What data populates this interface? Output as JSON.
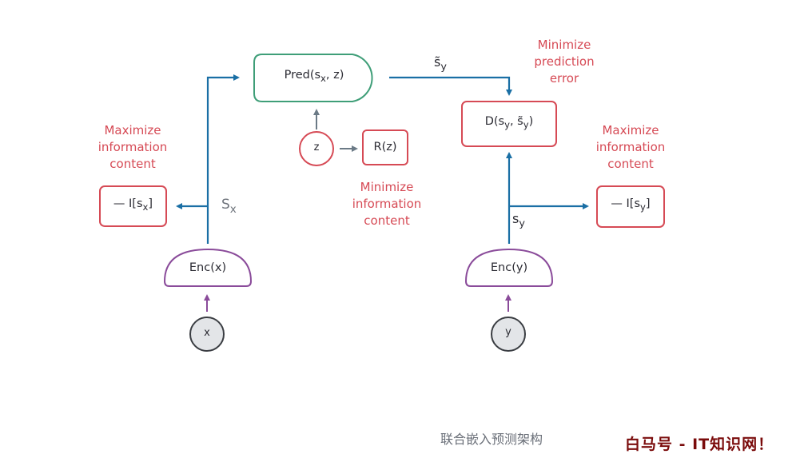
{
  "diagram": {
    "title_caption": "联合嵌入预测架构",
    "watermark": "白马号 - IT知识网！",
    "colors": {
      "arrow_blue": "#1a6fa5",
      "objective_red": "#d64a55",
      "predictor_green": "#3f9e78",
      "encoder_purple": "#8a4b9a",
      "input_gray": "#e3e5e8",
      "gray_arrow": "#6b7a86"
    },
    "nodes": {
      "pred": {
        "main": "Pred(s",
        "sub": "x",
        "rest": ", z)"
      },
      "distance": {
        "main": "D(s",
        "sub": "y",
        "mid": ", s̃",
        "sub2": "y",
        "rest": ")"
      },
      "enc_x": "Enc(x)",
      "enc_y": "Enc(y)",
      "input_x": "x",
      "input_y": "y",
      "latent_z": "z",
      "reg_z": "R(z)",
      "info_x": {
        "main": "— I[s",
        "sub": "x",
        "rest": "]"
      },
      "info_y": {
        "main": "— I[s",
        "sub": "y",
        "rest": "]"
      }
    },
    "edge_labels": {
      "sx": {
        "main": "S",
        "sub": "x"
      },
      "sy": {
        "main": "s",
        "sub": "y"
      },
      "sy_tilde": {
        "main": "s̃",
        "sub": "y"
      }
    },
    "objectives": {
      "max_info_left": [
        "Maximize",
        "information",
        "content"
      ],
      "min_info_z": [
        "Minimize",
        "information",
        "content"
      ],
      "min_pred_error": [
        "Minimize",
        "prediction",
        "error"
      ],
      "max_info_right": [
        "Maximize",
        "information",
        "content"
      ]
    }
  }
}
